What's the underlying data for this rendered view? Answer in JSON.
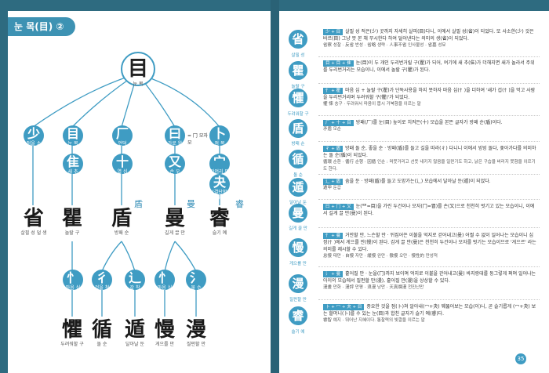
{
  "left_page": {
    "chapter_title": "눈 목(目) ②",
    "root": {
      "char": "目",
      "label": "눈 목"
    },
    "level1": [
      {
        "char": "少",
        "label": "적을 소"
      },
      {
        "char": "目",
        "label": "눈 목"
      },
      {
        "char": "厂",
        "label": "언덕"
      },
      {
        "char": "曰",
        "label": "가로 왈"
      },
      {
        "char": "卜",
        "label": "점 복"
      }
    ],
    "level1_extra": "= 冂 모자 모",
    "level2": [
      {
        "char": "隹",
        "label": "새 추"
      },
      {
        "char": "十",
        "label": "열 십"
      },
      {
        "char": "又",
        "label": "손 우"
      },
      {
        "char": "宀",
        "label": "갓머리 면"
      },
      {
        "char": "夬",
        "label": "(결단할 쾌)"
      }
    ],
    "mid_chars": [
      {
        "char": "省",
        "label": "살필 성 덜 생"
      },
      {
        "char": "瞿",
        "label": "놀랄 구"
      },
      {
        "char": "盾",
        "label": "방패 순"
      },
      {
        "char": "曼",
        "label": "길게 끌 만"
      },
      {
        "char": "睿",
        "label": "슬기 예"
      }
    ],
    "mid_tags": [
      "盾",
      "曼",
      "睿"
    ],
    "level3": [
      {
        "char": "忄",
        "label": "마음 심"
      },
      {
        "char": "彳",
        "label": "걸을 척"
      },
      {
        "char": "辶",
        "label": "갈 착"
      },
      {
        "char": "忄",
        "label": "마음 심"
      },
      {
        "char": "氵",
        "label": "물 수"
      }
    ],
    "bottom_chars": [
      {
        "char": "懼",
        "label": "두려워할 구"
      },
      {
        "char": "循",
        "label": "돌 순"
      },
      {
        "char": "遁",
        "label": "달아날 둔"
      },
      {
        "char": "慢",
        "label": "게으를 만"
      },
      {
        "char": "漫",
        "label": "질펀할 만"
      }
    ]
  },
  "right_page": {
    "page_number": "35",
    "entries": [
      {
        "icon": "省",
        "icon_label": "살필 성",
        "badge": "少 + 目",
        "text": "살필 성 적은(少) 곳까지 자세히 살피(目)다니, 이에서 살필 성(省)이 되었다. 또 사소한(少) 것은 바르(目) 그냥 뭇 본 채 무시한다 하여 덜어낸다는 의미의 생(省)이 되었다.",
        "example": "省察 성찰 · 反省 반성 · 省略 생략 · 人事不省 인사불성 · 省墓 성묘"
      },
      {
        "icon": "瞿",
        "icon_label": "놀랄 구",
        "badge": "目 + 目 + 隹",
        "text": "눈(目)이 두 개인 두리번거릴 구(瞿)가 되어, 여기에 새 추(隹)가 더해지면 새가 놀라서 주위를 두리번거리는 모습이니, 이에서 놀랄 구(瞿)가 된다.",
        "example": ""
      },
      {
        "icon": "懼",
        "icon_label": "두려워할 구",
        "badge": "忄 + 瞿",
        "text": "마음 심 + 놀랄 구(瞿)가 단독사용을 하지 못하자 마음 심(忄)을 더하여 '새가 겁(忄)을 먹고 사람을 두리번거리며 두려워할 구(懼)'가 되었다.",
        "example": "懼 悚 송구 · 두려워서 마음이 몹시 거북함을 이르는 말"
      },
      {
        "icon": "盾",
        "icon_label": "방패 순",
        "badge": "厂 + 十 + 目",
        "text": "방패(厂)를 눈(目) 높이로 치켜든(十) 모습을 본뜬 글자가 방패 순(盾)이다.",
        "example": "矛盾 모순"
      },
      {
        "icon": "循",
        "icon_label": "돌 순",
        "badge": "彳 + 盾",
        "text": "방패 돌 순, 좋을 순 · 방패(盾)를 들고 길을 따라(彳) 다니니 이에서 빙빙 돌다, 좇아가다를 의미하는 돌 순(循)이 되었다.",
        "example": "循環 순환 · 循行 순행 · 因循 인순 : 머뭇거리고 선뜻 내키지 않음을 일컫기도 하고, 낡은 구습을 버리지 못함을 이르기도 한다."
      },
      {
        "icon": "遁",
        "icon_label": "달아날 둔",
        "badge": "辶 + 盾",
        "text": "숨을 둔 · 방패(盾)를 들고 도망가는(辶) 모습에서 달아날 둔(遁)이 되었다.",
        "example": "遁甲 둔갑"
      },
      {
        "icon": "曼",
        "icon_label": "길게 끌 만",
        "badge": "曰 + 冂 + 又",
        "text": "눈(罒=目)을 가린 두건이나 모자(冂=冒)를 손(又)으로 천천히 벗기고 있는 모습이니, 이에서 길게 끌 만(曼)이 된다.",
        "example": ""
      },
      {
        "icon": "慢",
        "icon_label": "게으를 만",
        "badge": "忄 + 曼",
        "text": "거만할 만, 느슨할 만 · 뒤집어쓴 이불을 억지로 걷어내고(曼) 어쩔 수 없이 일어나는 모습이니 심정(忄)에서 게으를 만(慢)이 된다. 감게 끌 만(曼)은 천천히 두건이나 모자를 벗기는 모습이므로 '게으르' 라는 의미를 제시할 수 있다.",
        "example": "怠慢 태만 · 自慢 자만 · 緩慢 완만 · 傲慢 오만 · 慢性的 만성적"
      },
      {
        "icon": "漫",
        "icon_label": "질펀할 만",
        "badge": "氵 + 曼",
        "text": "흩어질 만 · 눈을(冂)까지 보이며 억지로 이불을 걷어내고(曼) 바지랑대를 둥그렇게 펴며 일어나는 아이의 모습에서 질펀할 만(漫), 흩어질 만(漫)을 상상할 수 있다.",
        "example": "漫畫 만화 · 漫評 만평 · 浪漫 낭만 · 天真爛漫 천진난만"
      },
      {
        "icon": "睿",
        "icon_label": "슬기 예",
        "badge": "卜 + 冖 + 夬 + 目",
        "text": "중요한 것을 점(卜)쳐 알아내(冖+夬) 꿰뚫어보는 모습(이)니, 곧 슬기롭게 (冖+夬) 보는 할머니(卜)를 수 있는 눈(目)과 합친 글자가 슬기 예(睿)다.",
        "example": "睿智 예지 · 뛰어난 지혜이다. 통찰력의 빛깔을 이르는 말"
      }
    ]
  }
}
